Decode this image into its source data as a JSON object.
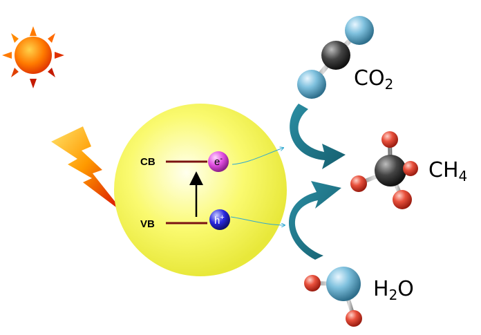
{
  "bands": {
    "cb": "CB",
    "vb": "VB"
  },
  "carriers": {
    "electron": "e",
    "electron_sign": "-",
    "hole": "h",
    "hole_sign": "+"
  },
  "molecules": {
    "co2": {
      "main": "CO",
      "sub": "2",
      "tail": ""
    },
    "ch4": {
      "main": "CH",
      "sub": "4",
      "tail": ""
    },
    "h2o": {
      "main": "H",
      "sub": "2",
      "tail": "O"
    }
  },
  "colors": {
    "particle": "#f2f25a",
    "sun": "#ff6a00",
    "band_line": "#7a1212",
    "electron": "#e64de6",
    "hole": "#2222dd",
    "curved_arrow": "#1f7a8c",
    "oxygen_co2": "#6ab0cf",
    "carbon": "#3a3a3a",
    "hydrogen": "#e0402e"
  },
  "icons": [
    "sun-icon",
    "lightning-bolt-icon"
  ]
}
